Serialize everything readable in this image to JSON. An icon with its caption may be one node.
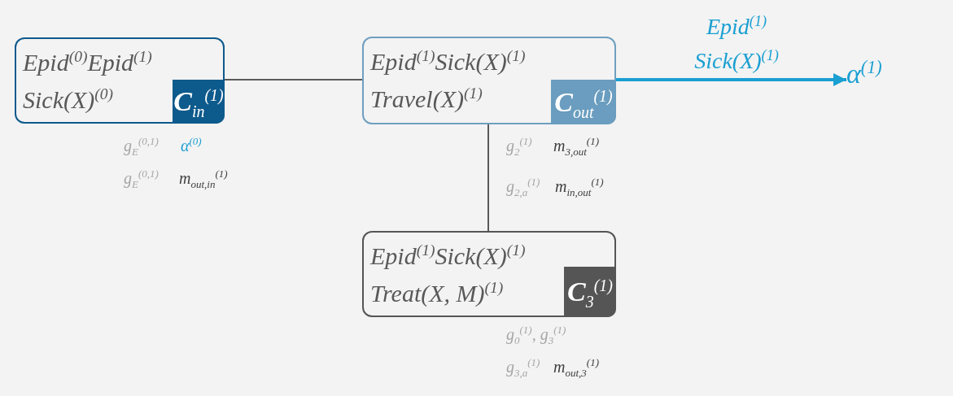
{
  "diagram": {
    "nodes": [
      {
        "text": [
          "Epid$^{(0)}$Epid$^{(1)}$ Sick(X)$^{(0)}$"
        ],
        "beside": [
          "g$_{E}$$^{(0,1)}$",
          "α$^{(0)}$",
          "g$_{E}$$^{(0,1)}$",
          "m$_{out,in}$$^{(1)}$"
        ]
      },
      {
        "text": [
          "C$_{in}$$^{(1)}$"
        ],
        "in": 0
      },
      {
        "text": [
          "Epid$^{(1)}$Sick(X)$^{(1)}$ Travel(X)$^{(1)}$"
        ],
        "beside": [
          "g$_{2}$$^{(1)}$",
          "m$_{3,out}$$^{(1)}$",
          "g$_{2,a}$$^{(1)}$",
          "m$_{in,out}$$^{(1)}$"
        ]
      },
      {
        "text": [
          "C$_{out}$$^{(1)}$"
        ],
        "in": 2
      },
      {
        "text": [
          "Epid$^{(1)}$Sick(X)$^{(1)}$ Treat(X, M)$^{(1)}$"
        ],
        "beside": [
          "g$_{0}$$^{(1)}$, g$_{3}$$^{(1)}$",
          "g$_{3,a}$$^{(1)}$",
          "m$_{out,3}$$^{(1)}$"
        ]
      },
      {
        "text": [
          "C$_{3}$$^{(1)}$"
        ],
        "in": 4
      },
      {
        "text": [
          "α$^{(1)}$"
        ]
      }
    ],
    "edges": [
      {
        "from": 0,
        "to": 2,
        "arrow": "none"
      },
      {
        "from": 2,
        "to": 4,
        "arrow": "none"
      },
      {
        "from": 2,
        "to": 6,
        "arrow": "to",
        "label": "Epid$^{(1)}$ Sick(X)$^{(1)}$",
        "style": "thick",
        "color": "#1a9fd2"
      }
    ]
  }
}
